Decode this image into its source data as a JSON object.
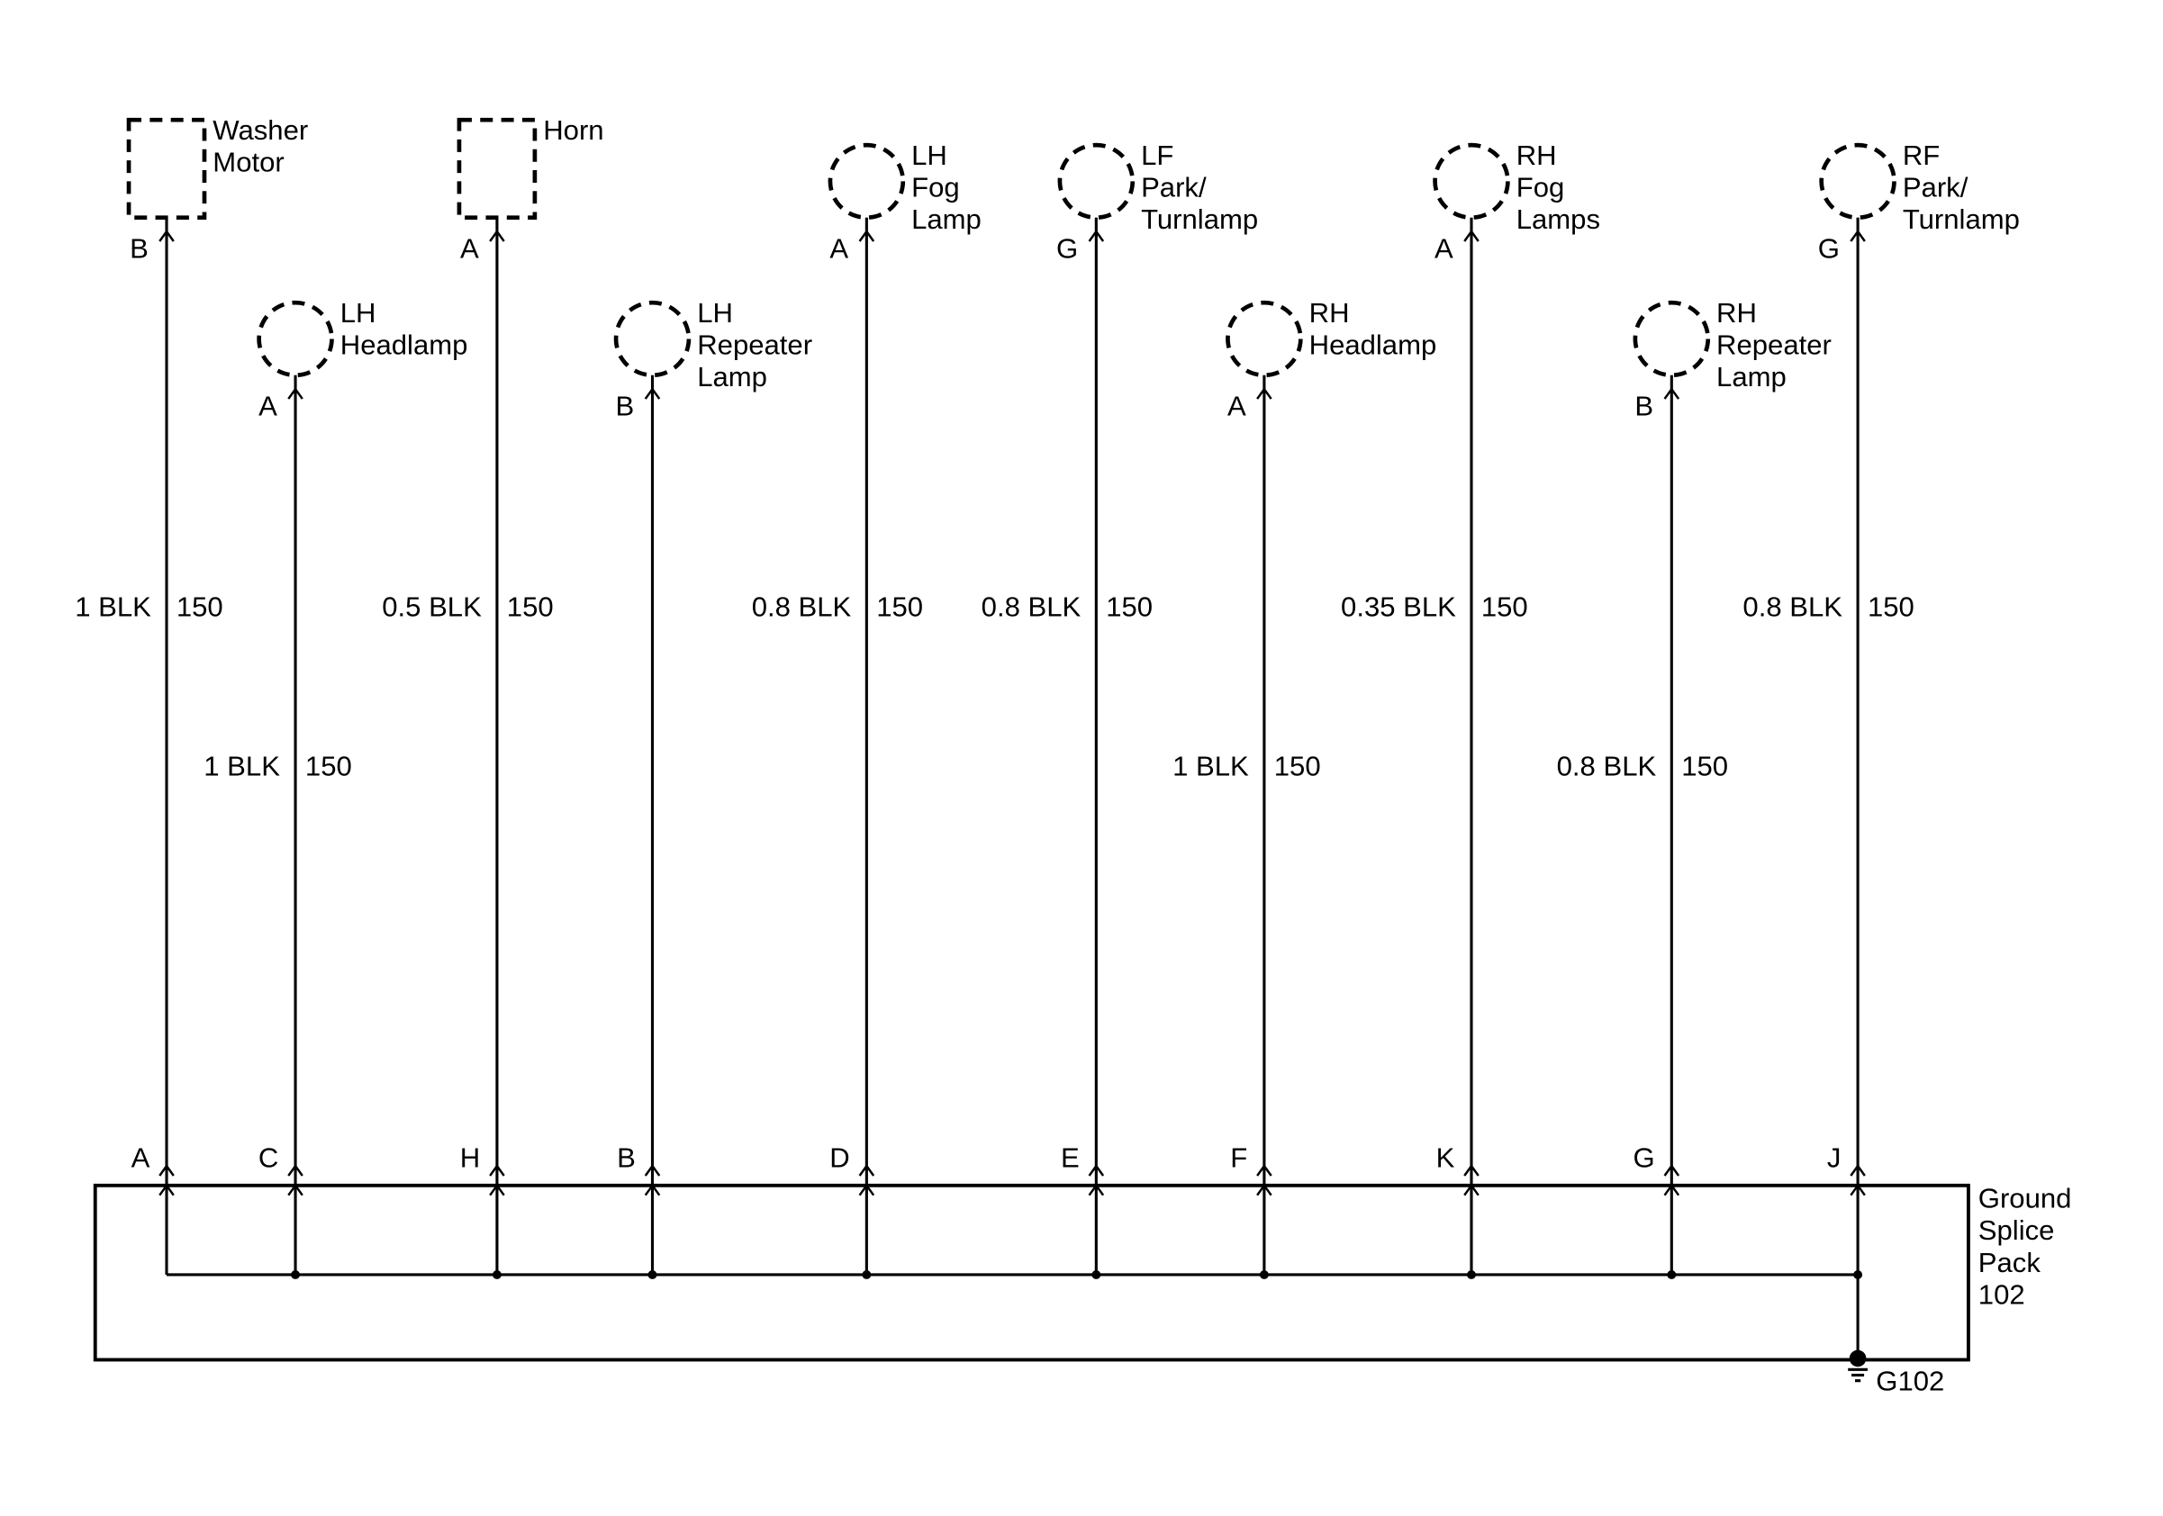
{
  "components": [
    {
      "id": "washer-motor",
      "shape": "box",
      "name_lines": [
        "Washer",
        "Motor"
      ],
      "top_pin": "B",
      "wire_size_color": "1 BLK",
      "circuit": "150",
      "splice_pin": "A"
    },
    {
      "id": "lh-headlamp",
      "shape": "circle",
      "name_lines": [
        "LH",
        "Headlamp"
      ],
      "top_pin": "A",
      "wire_size_color": "1 BLK",
      "circuit": "150",
      "splice_pin": "C"
    },
    {
      "id": "horn",
      "shape": "box",
      "name_lines": [
        "Horn"
      ],
      "top_pin": "A",
      "wire_size_color": "0.5 BLK",
      "circuit": "150",
      "splice_pin": "H"
    },
    {
      "id": "lh-repeater-lamp",
      "shape": "circle",
      "name_lines": [
        "LH",
        "Repeater",
        "Lamp"
      ],
      "top_pin": "B",
      "wire_size_color": "",
      "circuit": "",
      "splice_pin": "B"
    },
    {
      "id": "lh-fog-lamp",
      "shape": "circle",
      "name_lines": [
        "LH",
        "Fog",
        "Lamp"
      ],
      "top_pin": "A",
      "wire_size_color": "0.8 BLK",
      "circuit": "150",
      "splice_pin": "D"
    },
    {
      "id": "lf-park-turnlamp",
      "shape": "circle",
      "name_lines": [
        "LF",
        "Park/",
        "Turnlamp"
      ],
      "top_pin": "G",
      "wire_size_color": "0.8 BLK",
      "circuit": "150",
      "splice_pin": "E"
    },
    {
      "id": "rh-headlamp",
      "shape": "circle",
      "name_lines": [
        "RH",
        "Headlamp"
      ],
      "top_pin": "A",
      "wire_size_color": "1 BLK",
      "circuit": "150",
      "splice_pin": "F"
    },
    {
      "id": "rh-fog-lamps",
      "shape": "circle",
      "name_lines": [
        "RH",
        "Fog",
        "Lamps"
      ],
      "top_pin": "A",
      "wire_size_color": "0.35 BLK",
      "circuit": "150",
      "splice_pin": "K"
    },
    {
      "id": "rh-repeater-lamp",
      "shape": "circle",
      "name_lines": [
        "RH",
        "Repeater",
        "Lamp"
      ],
      "top_pin": "B",
      "wire_size_color": "0.8 BLK",
      "circuit": "150",
      "splice_pin": "G"
    },
    {
      "id": "rf-park-turnlamp",
      "shape": "circle",
      "name_lines": [
        "RF",
        "Park/",
        "Turnlamp"
      ],
      "top_pin": "G",
      "wire_size_color": "0.8 BLK",
      "circuit": "150",
      "splice_pin": "J"
    }
  ],
  "splice_pack": {
    "name_lines": [
      "Ground",
      "Splice",
      "Pack",
      "102"
    ]
  },
  "ground": {
    "label": "G102"
  }
}
